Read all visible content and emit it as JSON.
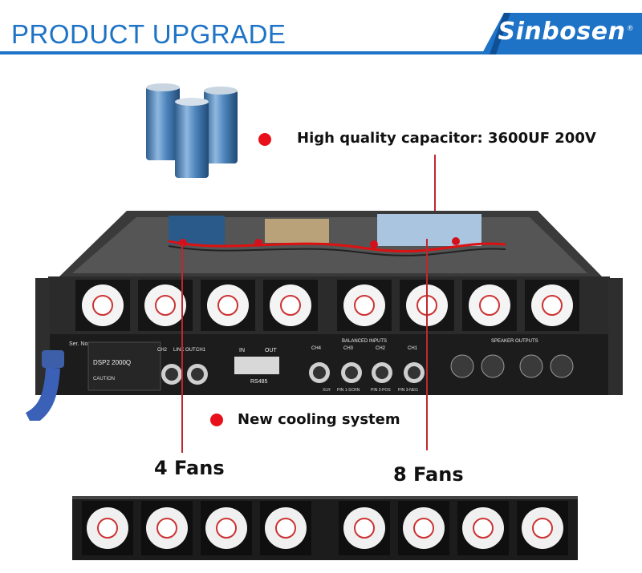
{
  "header": {
    "title": "PRODUCT UPGRADE",
    "brand": "Sinbosen",
    "brand_mark": "®",
    "accent_color": "#1e73c6"
  },
  "callouts": {
    "capacitor": "High quality capacitor: 3600UF  200V",
    "cooling": "New cooling system",
    "fans_left": "4 Fans",
    "fans_right": "8 Fans",
    "marker_color": "#e8101a"
  },
  "panel": {
    "model": "DSP2 2000Q",
    "ser_no": "Ser. No",
    "caution": "CAUTION",
    "rs485": "RS485",
    "rs_in": "IN",
    "rs_out": "OUT",
    "balanced_inputs": "BALANCED INPUTS",
    "speaker_outputs": "SPEAKER OUTPUTS",
    "ch_labels": [
      "CH4",
      "CH3",
      "CH2",
      "CH1"
    ],
    "xlr_pins": [
      "XLR",
      "PIN 1-SCRN",
      "PIN 2-POS",
      "PIN 3-NEG"
    ],
    "line_in": [
      "CH2",
      "LINK OUT",
      "CH1"
    ]
  }
}
